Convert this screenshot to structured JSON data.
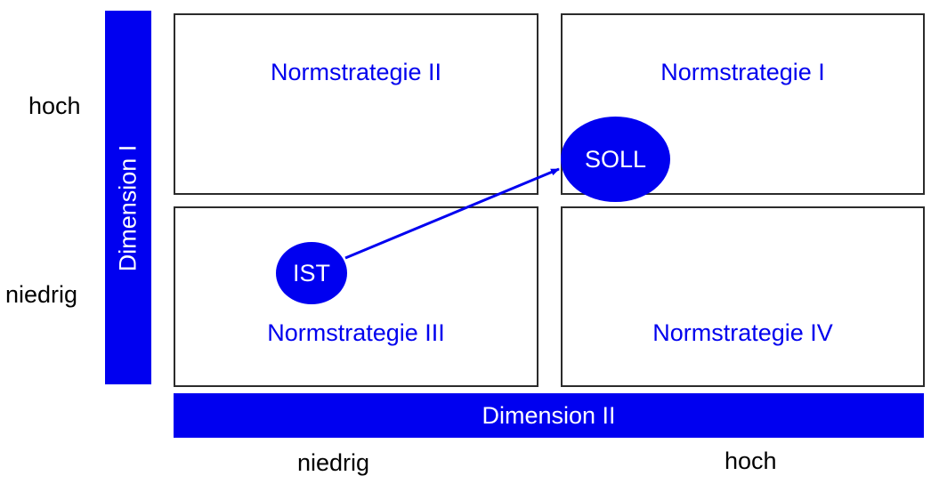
{
  "diagram": {
    "quadrants": {
      "top_left": "Normstrategie II",
      "top_right": "Normstrategie I",
      "bottom_left": "Normstrategie III",
      "bottom_right": "Normstrategie IV"
    },
    "y_axis": {
      "title": "Dimension I",
      "high_label": "hoch",
      "low_label": "niedrig"
    },
    "x_axis": {
      "title": "Dimension II",
      "low_label": "niedrig",
      "high_label": "hoch"
    },
    "positions": {
      "current": "IST",
      "target": "SOLL"
    },
    "colors": {
      "accent": "#0000f0",
      "label_text": "#0000ee",
      "border": "#2b2b2b"
    }
  }
}
